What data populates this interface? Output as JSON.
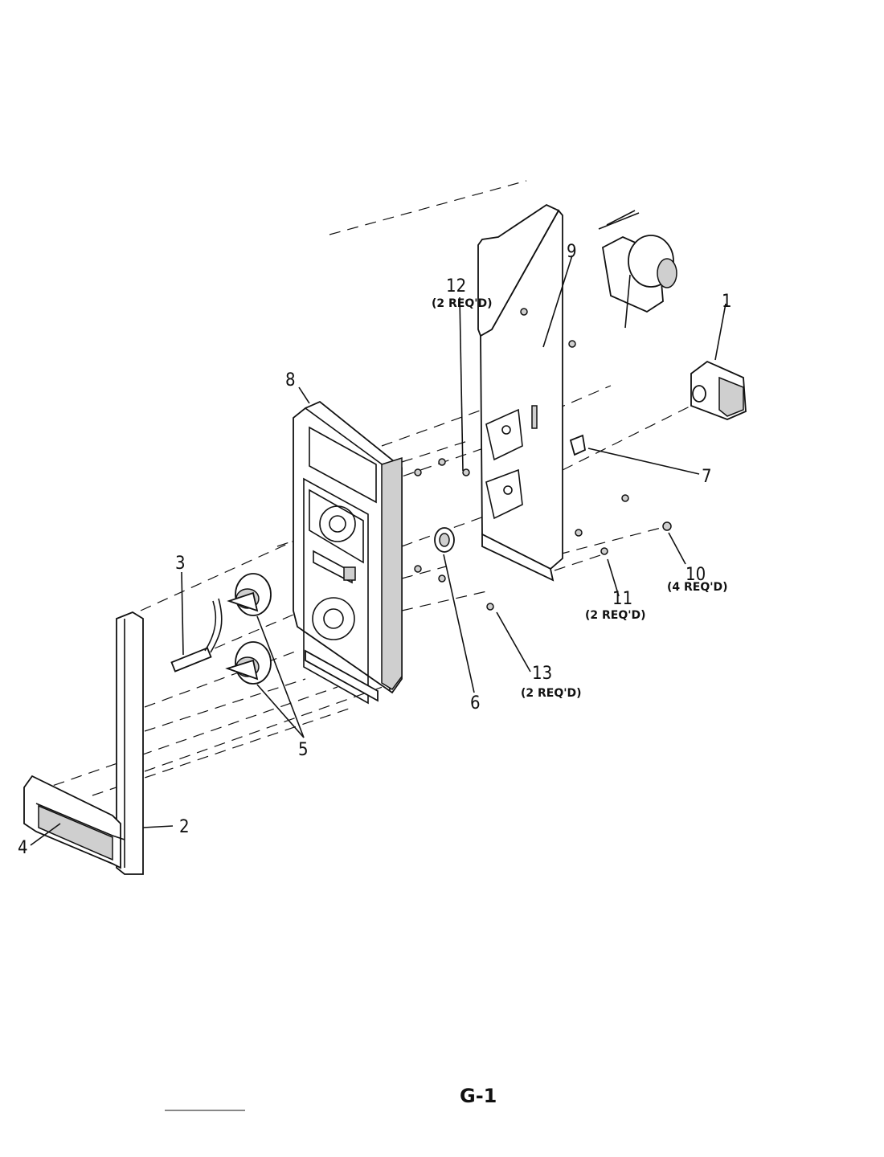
{
  "callouts": {
    "c1": "1",
    "c2": "2",
    "c3": "3",
    "c4": "4",
    "c5": "5",
    "c6": "6",
    "c7": "7",
    "c8": "8",
    "c9": "9",
    "c10": "10",
    "c11": "11",
    "c12": "12",
    "c13": "13"
  },
  "quantities": {
    "q10": "(4 REQ'D)",
    "q11": "(2 REQ'D)",
    "q12": "(2 REQ'D)",
    "q13": "(2 REQ'D)"
  },
  "page_label": "G-1"
}
